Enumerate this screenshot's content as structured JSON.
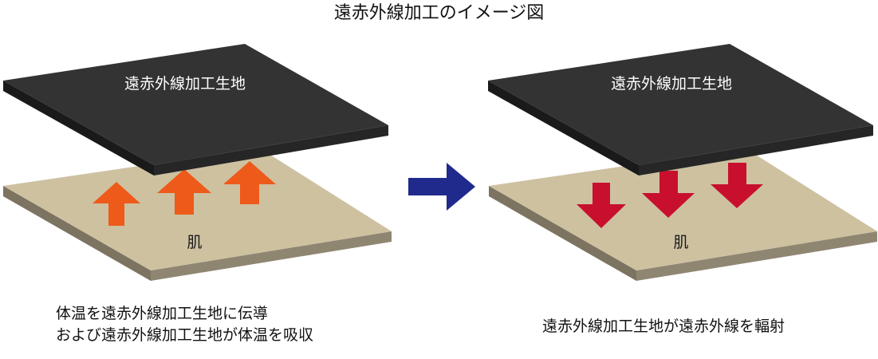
{
  "title": "遠赤外線加工のイメージ図",
  "left_panel": {
    "fabric_label": "遠赤外線加工生地",
    "skin_label": "肌",
    "caption_line1": "体温を遠赤外線加工生地に伝導",
    "caption_line2": "および遠赤外線加工生地が体温を吸収"
  },
  "right_panel": {
    "fabric_label": "遠赤外線加工生地",
    "skin_label": "肌",
    "caption": "遠赤外線加工生地が遠赤外線を輻射"
  },
  "colors": {
    "fabric_top": "#333333",
    "fabric_side": "#1e1e1e",
    "skin_top": "#cdc1a0",
    "skin_side": "#7c7361",
    "up_arrow": "#ee5a1a",
    "down_arrow": "#c8102e",
    "transition_arrow": "#1f2a8c"
  },
  "icons": {
    "up_arrows": "arrow-up-icon",
    "down_arrows": "arrow-down-icon",
    "transition": "arrow-right-icon"
  }
}
